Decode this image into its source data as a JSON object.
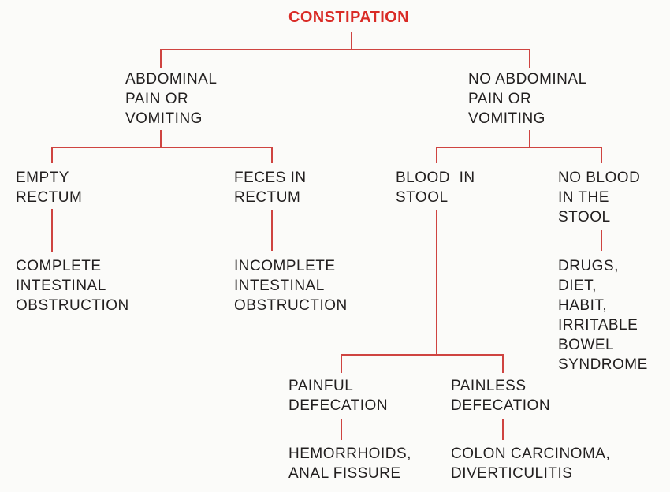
{
  "diagram": {
    "type": "decision-tree-flowchart",
    "title": "CONSTIPATION",
    "colors": {
      "background": "#fbfbf9",
      "line": "#cf4441",
      "title_text": "#d92b26",
      "node_text": "#221f1f"
    },
    "nodes": {
      "root": "CONSTIPATION",
      "abdominal_pain": "ABDOMINAL\nPAIN OR\nVOMITING",
      "no_abdominal_pain": "NO ABDOMINAL\nPAIN OR\nVOMITING",
      "empty_rectum": "EMPTY\nRECTUM",
      "feces_in_rectum": "FECES IN\nRECTUM",
      "blood_in_stool": "BLOOD  IN\nSTOOL",
      "no_blood_in_stool": "NO BLOOD\nIN THE\nSTOOL",
      "complete_obstruction": "COMPLETE\nINTESTINAL\nOBSTRUCTION",
      "incomplete_obstruction": "INCOMPLETE\nINTESTINAL\nOBSTRUCTION",
      "drugs_diet_habit_ibs": "DRUGS,\nDIET,\nHABIT,\nIRRITABLE\nBOWEL\nSYNDROME",
      "painful_defecation": "PAINFUL\nDEFECATION",
      "painless_defecation": "PAINLESS\nDEFECATION",
      "hemorrhoids_anal_fissure": "HEMORRHOIDS,\nANAL FISSURE",
      "colon_carcinoma_diverticulitis": "COLON CARCINOMA,\nDIVERTICULITIS"
    },
    "tree": [
      {
        "parent": "CONSTIPATION",
        "children": [
          "ABDOMINAL PAIN OR VOMITING",
          "NO ABDOMINAL PAIN OR VOMITING"
        ]
      },
      {
        "parent": "ABDOMINAL PAIN OR VOMITING",
        "children": [
          "EMPTY RECTUM",
          "FECES IN RECTUM"
        ]
      },
      {
        "parent": "EMPTY RECTUM",
        "children": [
          "COMPLETE INTESTINAL OBSTRUCTION"
        ]
      },
      {
        "parent": "FECES IN RECTUM",
        "children": [
          "INCOMPLETE INTESTINAL OBSTRUCTION"
        ]
      },
      {
        "parent": "NO ABDOMINAL PAIN OR VOMITING",
        "children": [
          "BLOOD IN STOOL",
          "NO BLOOD IN THE STOOL"
        ]
      },
      {
        "parent": "BLOOD IN STOOL",
        "children": [
          "PAINFUL DEFECATION",
          "PAINLESS DEFECATION"
        ]
      },
      {
        "parent": "NO BLOOD IN THE STOOL",
        "children": [
          "DRUGS, DIET, HABIT, IRRITABLE BOWEL SYNDROME"
        ]
      },
      {
        "parent": "PAINFUL DEFECATION",
        "children": [
          "HEMORRHOIDS, ANAL FISSURE"
        ]
      },
      {
        "parent": "PAINLESS DEFECATION",
        "children": [
          "COLON CARCINOMA, DIVERTICULITIS"
        ]
      }
    ]
  }
}
